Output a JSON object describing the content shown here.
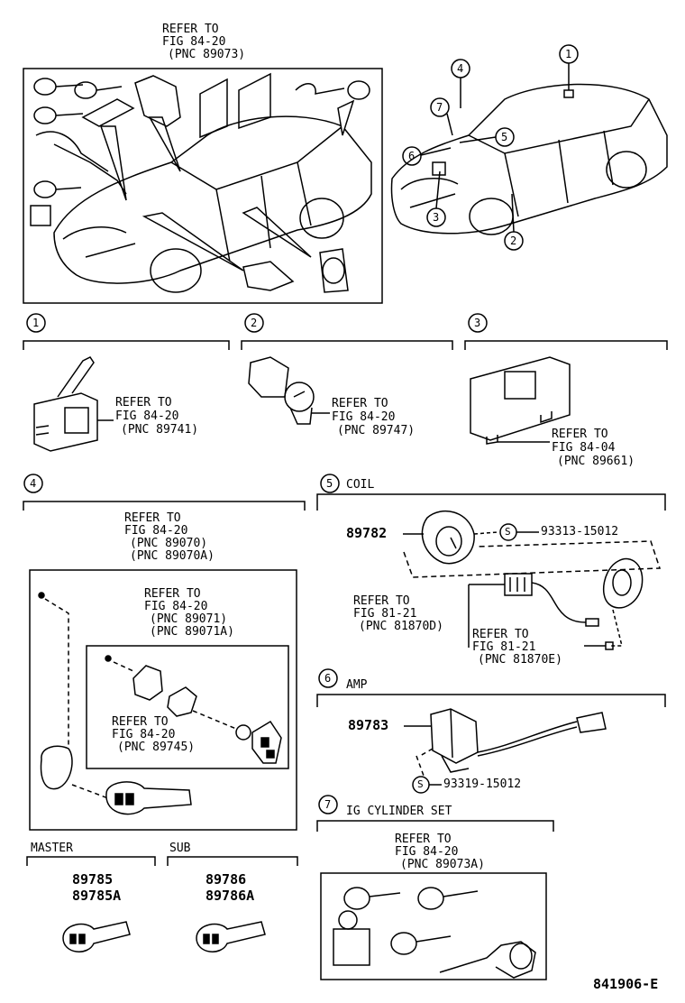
{
  "top_ref": {
    "l1": "REFER TO",
    "l2": "FIG 84-20",
    "l3": "(PNC 89073)"
  },
  "callouts": [
    "1",
    "2",
    "3",
    "4",
    "5",
    "6",
    "7"
  ],
  "s1": {
    "num": "1",
    "l1": "REFER TO",
    "l2": "FIG 84-20",
    "l3": "(PNC 89741)"
  },
  "s2": {
    "num": "2",
    "l1": "REFER TO",
    "l2": "FIG 84-20",
    "l3": "(PNC 89747)"
  },
  "s3": {
    "num": "3",
    "l1": "REFER TO",
    "l2": "FIG 84-04",
    "l3": "(PNC 89661)"
  },
  "s4": {
    "num": "4",
    "a": {
      "l1": "REFER TO",
      "l2": "FIG 84-20",
      "l3": "(PNC 89070)",
      "l4": "(PNC 89070A)"
    },
    "b": {
      "l1": "REFER TO",
      "l2": "FIG 84-20",
      "l3": "(PNC 89071)",
      "l4": "(PNC 89071A)"
    },
    "c": {
      "l1": "REFER TO",
      "l2": "FIG 84-20",
      "l3": "(PNC 89745)"
    }
  },
  "s5": {
    "num": "5",
    "title": "COIL",
    "part": "89782",
    "s_mark": "S",
    "bolt": "93313-15012",
    "a": {
      "l1": "REFER TO",
      "l2": "FIG 81-21",
      "l3": "(PNC 81870D)"
    },
    "b": {
      "l1": "REFER TO",
      "l2": "FIG 81-21",
      "l3": "(PNC 81870E)"
    }
  },
  "s6": {
    "num": "6",
    "title": "AMP",
    "part": "89783",
    "s_mark": "S",
    "bolt": "93319-15012"
  },
  "s7": {
    "num": "7",
    "title": "IG CYLINDER SET",
    "l1": "REFER TO",
    "l2": "FIG 84-20",
    "l3": "(PNC 89073A)"
  },
  "master": {
    "title": "MASTER",
    "p1": "89785",
    "p2": "89785A"
  },
  "sub": {
    "title": "SUB",
    "p1": "89786",
    "p2": "89786A"
  },
  "diagram_code": "841906-E"
}
